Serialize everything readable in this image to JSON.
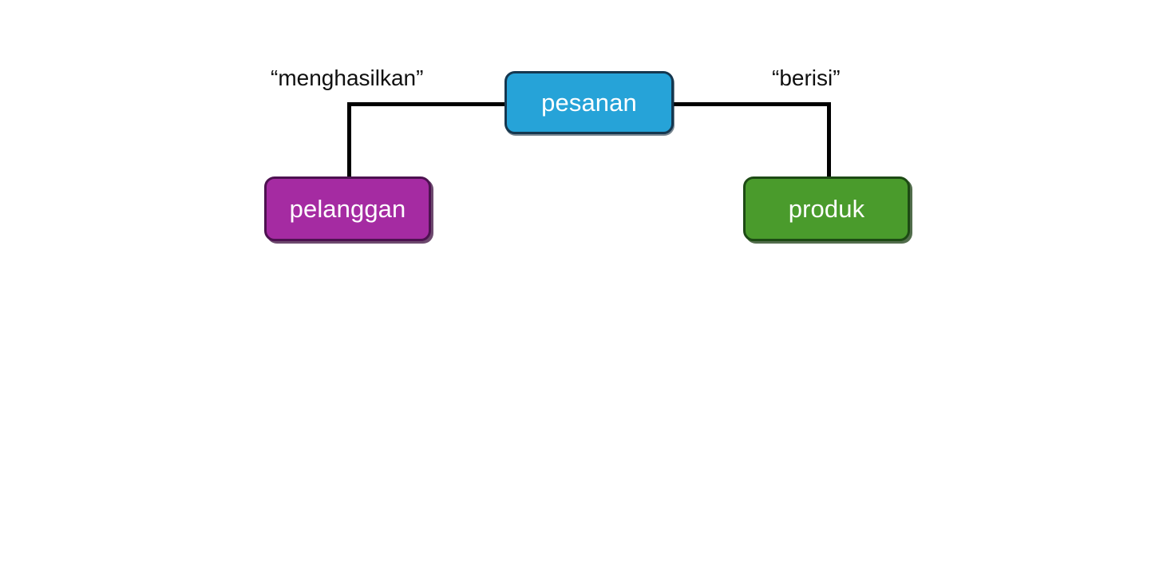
{
  "diagram": {
    "type": "entity-relationship",
    "background_color": "#ffffff",
    "nodes": [
      {
        "id": "pesanan",
        "label": "pesanan",
        "role": "relationship",
        "fill_color": "#26a3d8",
        "border_color": "#15374f",
        "text_color": "#ffffff"
      },
      {
        "id": "pelanggan",
        "label": "pelanggan",
        "role": "entity",
        "fill_color": "#a52ba2",
        "border_color": "#4d1250",
        "text_color": "#ffffff"
      },
      {
        "id": "produk",
        "label": "produk",
        "role": "entity",
        "fill_color": "#4a9b2c",
        "border_color": "#1d4a14",
        "text_color": "#ffffff"
      }
    ],
    "edges": [
      {
        "id": "edge-menghasilkan",
        "label": "“menghasilkan”",
        "from": "pelanggan",
        "to": "pesanan",
        "line_color": "#000000"
      },
      {
        "id": "edge-berisi",
        "label": "“berisi”",
        "from": "pesanan",
        "to": "produk",
        "line_color": "#000000"
      }
    ]
  }
}
